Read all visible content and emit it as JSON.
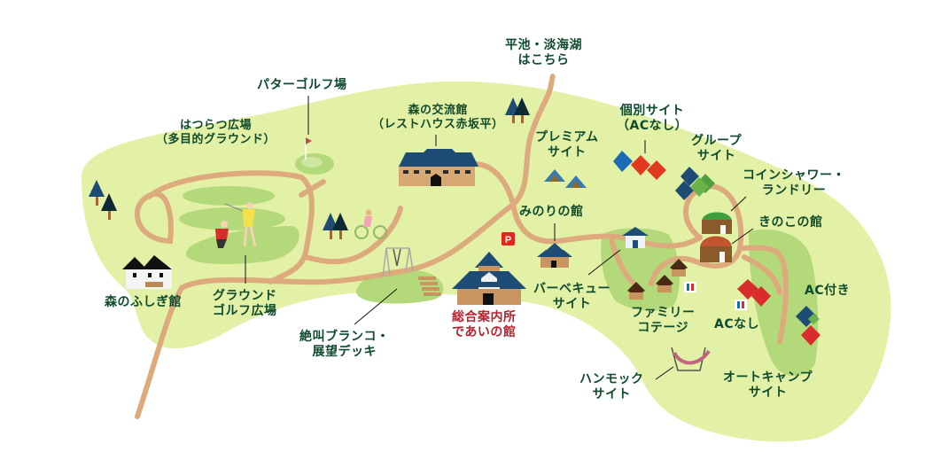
{
  "map": {
    "colors": {
      "land": "#e3f1a6",
      "meadow": "#b4d97a",
      "path": "#dcaa7d",
      "label": "#0e4a2c",
      "label_accent": "#b8212c",
      "roof": "#1d4d74",
      "wall": "#c89561",
      "parking": "#e0261f"
    },
    "labels": {
      "hirachi": {
        "line1": "平池・淡海湖",
        "line2": "はこちら"
      },
      "putter_golf": {
        "line1": "パターゴルフ場"
      },
      "hatsuratsu": {
        "line1": "はつらつ広場",
        "line2": "（多目的グラウンド）"
      },
      "mori_kouryu": {
        "line1": "森の交流館",
        "line2": "（レストハウス赤坂平）"
      },
      "premium": {
        "line1": "プレミアム",
        "line2": "サイト"
      },
      "kobetsu": {
        "line1": "個別サイト",
        "line2": "（ACなし）"
      },
      "group": {
        "line1": "グループ",
        "line2": "サイト"
      },
      "coin_shower": {
        "line1": "コインシャワー・",
        "line2": "ランドリー"
      },
      "kinoko": {
        "line1": "きのこの館"
      },
      "minori": {
        "line1": "みのりの館"
      },
      "mori_fushigi": {
        "line1": "森のふしぎ館"
      },
      "ground_golf": {
        "line1": "グラウンド",
        "line2": "ゴルフ広場"
      },
      "zekkyo": {
        "line1": "絶叫ブランコ・",
        "line2": "展望デッキ"
      },
      "annaijo": {
        "line1": "総合案内所",
        "line2": "であいの館"
      },
      "bbq": {
        "line1": "バーベキュー",
        "line2": "サイト"
      },
      "family": {
        "line1": "ファミリー",
        "line2": "コテージ"
      },
      "ac_nashi": {
        "line1": "ACなし"
      },
      "ac_tsuki": {
        "line1": "AC付き"
      },
      "hammock": {
        "line1": "ハンモック",
        "line2": "サイト"
      },
      "auto_camp": {
        "line1": "オートキャンプ",
        "line2": "サイト"
      }
    },
    "parking": {
      "label": "P"
    }
  }
}
